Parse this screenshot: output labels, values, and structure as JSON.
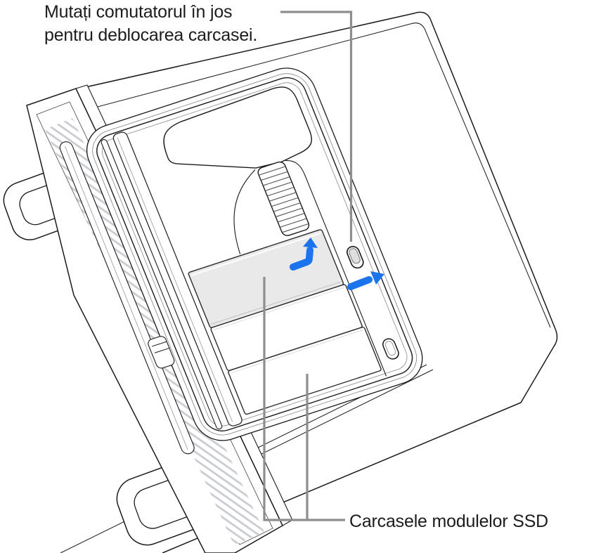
{
  "callouts": {
    "switch_label": "Mutați comutatorul în jos\npentru deblocarea carcasei.",
    "ssd_label": "Carcasele modulelor SSD"
  },
  "illustration": {
    "icons": [
      "bent-arrow-icon",
      "right-arrow-icon",
      "lock-switch",
      "lock-tab"
    ],
    "colors": {
      "ink": "#1a1a1a",
      "arrow_blue": "#1B74EE",
      "callout_gray": "#8E8E8E",
      "ssd_cover_gray": "#E9E9E9",
      "background": "#ffffff"
    }
  }
}
